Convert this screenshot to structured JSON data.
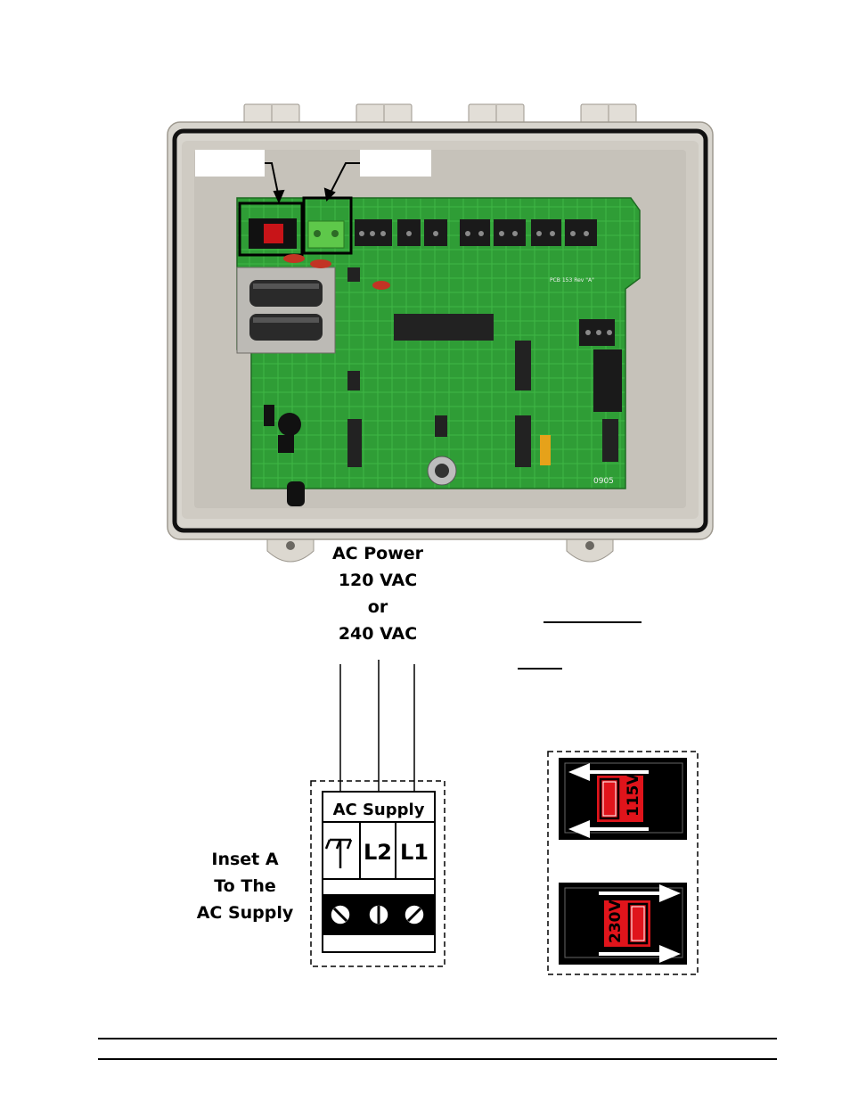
{
  "ac_power": {
    "line1": "AC Power",
    "line2": "120 VAC",
    "line3": "or",
    "line4": "240 VAC"
  },
  "inset": {
    "line1": "Inset A",
    "line2": "To The",
    "line3": "AC Supply"
  },
  "terminal": {
    "header": "AC Supply",
    "l2": "L2",
    "l1": "L1"
  },
  "switch": {
    "top_label": "115V",
    "bottom_label": "230V"
  },
  "pcb": {
    "marking": "PCB 153 Rev \"A\"",
    "date_code": "0905"
  },
  "colors": {
    "enclosure": "#d9d6cf",
    "pcb_green": "#2e9a35",
    "switch_red": "#e0141b"
  }
}
